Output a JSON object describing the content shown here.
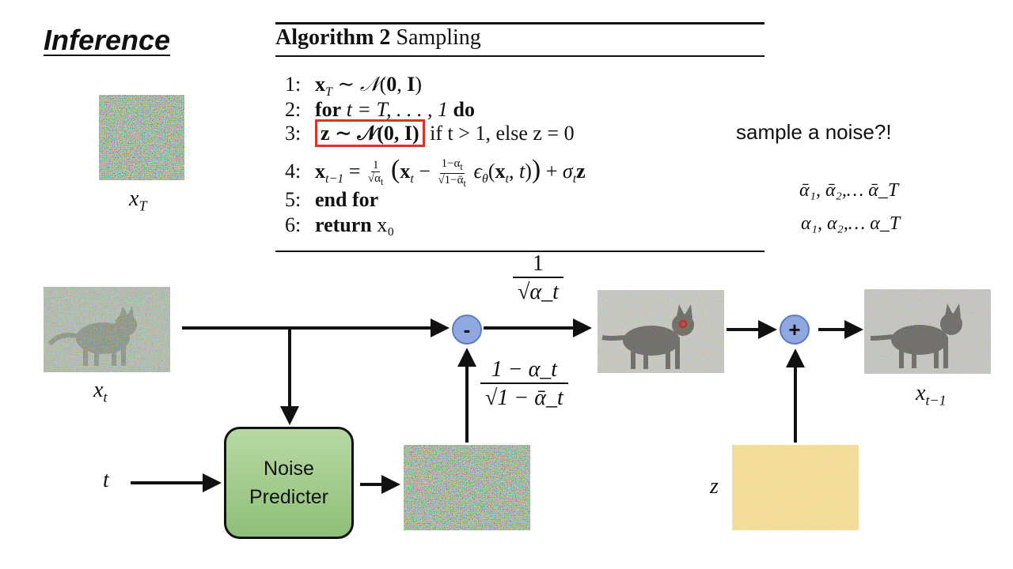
{
  "title": "Inference",
  "algorithm": {
    "heading_bold": "Algorithm 2",
    "heading_rest": " Sampling",
    "lines": [
      {
        "num": "1:"
      },
      {
        "num": "2:",
        "kw_for": "for",
        "cond": " t = T, . . . , 1 ",
        "kw_do": "do"
      },
      {
        "num": "3:",
        "boxed": "z ∼ 𝒩(0, I)",
        "rest": " if t > 1, else z = 0"
      },
      {
        "num": "4:"
      },
      {
        "num": "5:",
        "kw": "end for"
      },
      {
        "num": "6:",
        "kw": "return",
        "rest": " x₀"
      }
    ]
  },
  "note": "sample a noise?!",
  "alpha_bar_seq": "ᾱ₁, ᾱ₂,… ᾱ_T",
  "alpha_seq": "α₁, α₂,… α_T",
  "labels": {
    "xT": "x",
    "xT_sub": "T",
    "xt": "x",
    "xt_sub": "t",
    "xt1": "x",
    "xt1_sub": "t−1",
    "t": "t",
    "z": "z"
  },
  "minus": "-",
  "plus": "+",
  "noise_predicter": [
    "Noise",
    "Predicter"
  ],
  "coef1": {
    "num": "1",
    "den": "√α_t"
  },
  "coef2": {
    "num": "1 − α_t",
    "den": "√1 − ᾱ_t"
  },
  "colors": {
    "node_fill": "#8fa8e0",
    "predicter_fill": "#a6cc90",
    "highlight": "#d8352a",
    "gold_noise": "#e6c36a"
  }
}
